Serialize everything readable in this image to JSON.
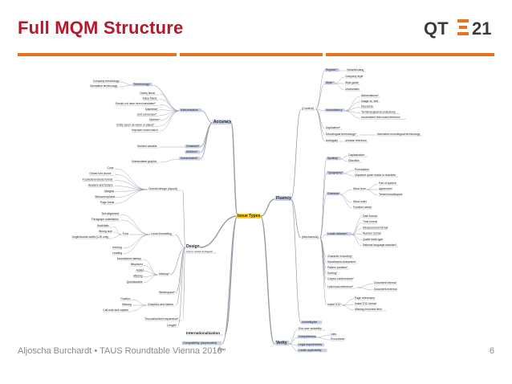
{
  "slide": {
    "title": "Full MQM Structure",
    "footer": "Aljoscha Burchardt • TAUS Roundtable Vienna 2016",
    "page_number": "6",
    "logo": {
      "left": "QT",
      "right": "21"
    },
    "colors": {
      "title": "#b5182b",
      "accent": "#e8731c",
      "footer": "#8a8a8a",
      "node_fill": "#c9d1ea",
      "root_fill": "#ffd21f",
      "line": "#9a9aa8"
    }
  },
  "mindmap": {
    "root": "Issue Types",
    "accuracy": {
      "label": "Accuracy",
      "mistranslation": "Mistranslation",
      "mistranslation_items": [
        "Company terminology",
        "Normative terminology",
        "Terminology*",
        "Overly literal",
        "False friend",
        "Should not have been translated*",
        "Date/time*",
        "Unit conversion*",
        "Number*",
        "Entity (such as name or place)*",
        "Improper exact match"
      ],
      "omission": "Omission*",
      "omission_items": [
        "Omitted variable"
      ],
      "addition": "Addition*",
      "untranslated": "Untranslated*",
      "untranslated_items": [
        "Untranslated graphic"
      ]
    },
    "design": {
      "label": "Design",
      "sublabel": "(mono- and/or bi-lingual)",
      "overall": "Overall design (layout)",
      "overall_items": [
        "Color",
        "Global font choice",
        "Footnote/endnote format",
        "Headers and footers",
        "Margins",
        "Widows/orphans",
        "Page break"
      ],
      "local": "Local formatting",
      "local_items": [
        "Text alignment",
        "Paragraph indentation",
        "Kerning",
        "Leading"
      ],
      "font": "Font",
      "font_items": [
        "Bold/italic",
        "Wrong size",
        "Single/double-width (CJK only)"
      ],
      "markup": "Markup*",
      "markup_items": [
        "Inconsistent markup",
        "Misplaced",
        "Added",
        "Missing",
        "Questionable"
      ],
      "whitespace": "Whitespace*",
      "graphics": "Graphics and tables",
      "graphics_items": [
        "Position",
        "Missing",
        "Call-outs and caption"
      ],
      "truncation": "Truncation/text expansion*",
      "length": "Length*"
    },
    "internationalization": "Internationalization",
    "compatibility": "Compatibility (deprecated)",
    "other": "Other",
    "fluency": {
      "label": "Fluency",
      "content": "(Content)",
      "register": "Register*",
      "register_items": [
        "Variants/slang"
      ],
      "style": "Style*",
      "style_items": [
        "Company style",
        "Style guide",
        "Unidiomatic"
      ],
      "inconsistency": "Inconsistency",
      "inconsistency_items": [
        "Abbreviations*",
        "Image vs. text",
        "Discourse",
        "Terminological inconsistency",
        "Inconsistent link/cross-reference"
      ],
      "duplication": "Duplication*",
      "monolingual": "Monolingual terminology*",
      "monolingual_items": [
        "Normative monolingual terminology"
      ],
      "ambiguity": "Ambiguity",
      "ambiguity_items": [
        "Unclear reference"
      ],
      "mechanical": "(Mechanical)",
      "spelling": "Spelling*",
      "spelling_items": [
        "Capitalization",
        "Diacritics"
      ],
      "typography": "Typography*",
      "typography_items": [
        "Punctuation",
        "Unpaired quote marks or brackets"
      ],
      "grammar": "Grammar*",
      "word_form": "Word form",
      "word_form_items": [
        "Part of speech",
        "Agreement",
        "Tense/mood/aspect"
      ],
      "grammar_items": [
        "Word order",
        "Function words"
      ],
      "locale": "Locale violation*",
      "locale_items": [
        "Date format",
        "Time format",
        "Measurement format",
        "Number format",
        "Quote mark type",
        "National language standard"
      ],
      "misc_items": [
        "Character encoding*",
        "Nonallowed characters*",
        "Pattern problem*",
        "Sorting*",
        "Corpus conformance*"
      ],
      "link": "Link/cross-reference*",
      "link_items": [
        "Document internal",
        "Document external"
      ],
      "index": "Index/TOC*",
      "index_items": [
        "Page references",
        "Index/TOC format",
        "Missing /incorrect item"
      ],
      "unintelligible": "Unintelligible"
    },
    "verity": {
      "label": "Verity",
      "end_user": "End-user suitability",
      "completeness": "Completeness",
      "completeness_items": [
        "Lists",
        "Procedures"
      ],
      "legal": "Legal requirements",
      "locale_applicability": "Locale applicability"
    }
  }
}
